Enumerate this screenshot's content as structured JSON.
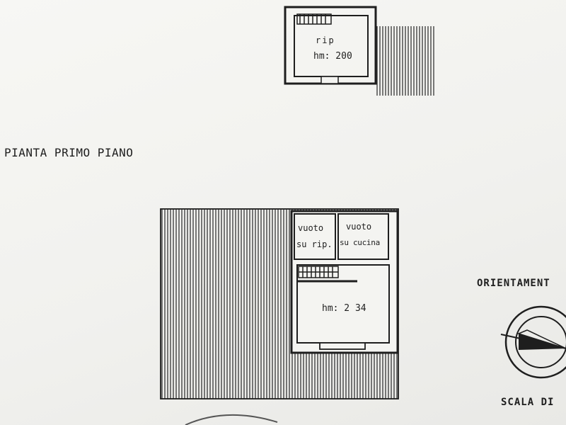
{
  "drawing": {
    "floor_title": "PIANTA   PRIMO    PIANO",
    "upper_room": {
      "name": "rip",
      "height": "hm: 200"
    },
    "main_plan": {
      "void_1": [
        "vuoto",
        "su rip."
      ],
      "void_2": [
        "vuoto",
        "su cucina"
      ],
      "room_height": "hm: 2 34"
    },
    "orientation_label": "ORIENTAMENT",
    "scale_label": "SCALA DI"
  },
  "colors": {
    "ink": "#1e1e1e",
    "hatch": "#333333",
    "paper": "#f4f4f1"
  }
}
